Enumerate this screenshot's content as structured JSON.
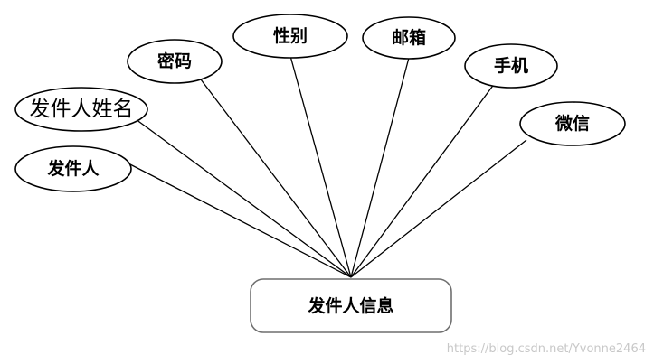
{
  "entity": {
    "label": "发件人信息"
  },
  "attributes": [
    {
      "id": "sender",
      "label": "发件人"
    },
    {
      "id": "sender-name",
      "label": "发件人姓名"
    },
    {
      "id": "password",
      "label": "密码"
    },
    {
      "id": "gender",
      "label": "性别"
    },
    {
      "id": "email",
      "label": "邮箱"
    },
    {
      "id": "phone",
      "label": "手机"
    },
    {
      "id": "wechat",
      "label": "微信"
    }
  ],
  "watermark": "https://blog.csdn.net/Yvonne2464"
}
